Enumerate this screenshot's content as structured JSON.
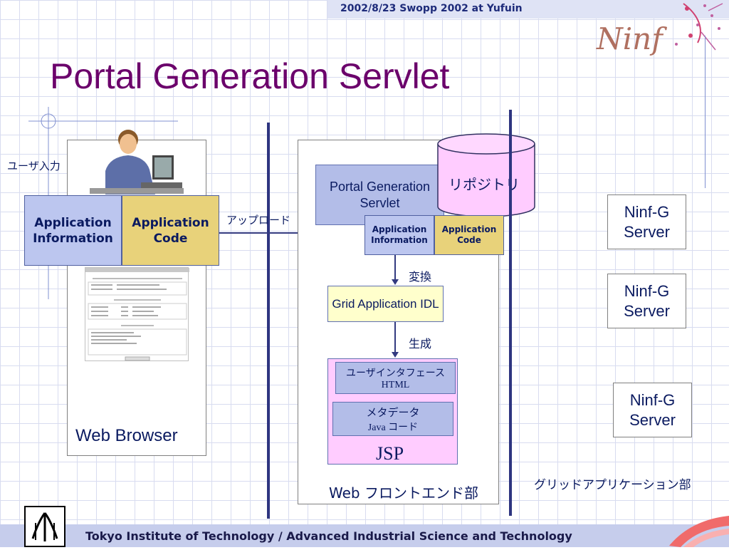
{
  "header": {
    "text": "2002/8/23 Swopp 2002 at Yufuin"
  },
  "logo": {
    "text": "Ninf"
  },
  "title": "Portal Generation Servlet",
  "browser": {
    "user_input_label": "ユーザ入力",
    "app_info_label": "Application Information",
    "app_code_label": "Application Code",
    "label": "Web Browser"
  },
  "upload_label": "アップロード",
  "repository_label": "リポジトリ",
  "frontend": {
    "servlet_label": "Portal Generation Servlet",
    "app_info_label": "Application Information",
    "app_code_label": "Application Code",
    "convert_label": "変換",
    "idl_label": "Grid Application IDL",
    "generate_label": "生成",
    "ui_label": "ユーザインタフェース",
    "ui_sub": "HTML",
    "meta_label": "メタデータ",
    "meta_sub": "Java コード",
    "jsp_label": "JSP",
    "web_label": "Web フロントエンド部"
  },
  "grid_app": {
    "servers": [
      "Ninf-G Server",
      "Ninf-G Server",
      "Ninf-G Server"
    ],
    "label": "グリッドアプリケーション部"
  },
  "footer": {
    "text": "Tokyo Institute of Technology / Advanced Industrial Science and Technology"
  },
  "colors": {
    "title": "#6b006b",
    "app_info_bg": "#bcc6ef",
    "app_code_bg": "#e8d27a",
    "repository_bg": "#ffccff",
    "idl_bg": "#ffffcc",
    "jsp_bg": "#ffccff",
    "divider": "#2e3580"
  }
}
